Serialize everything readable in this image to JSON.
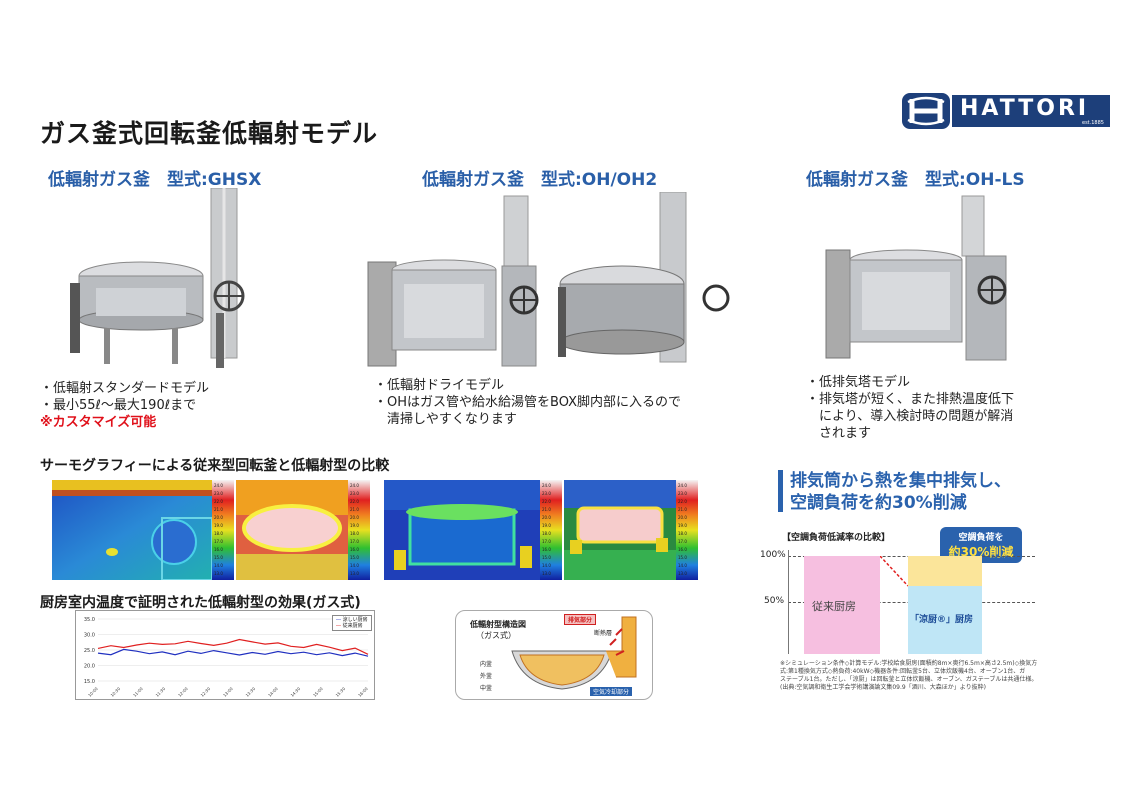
{
  "header": {
    "title": "ガス釜式回転釜低輻射モデル",
    "logo_text": "HATTORI",
    "logo_sub": "est.1885"
  },
  "products": [
    {
      "model": "低輻射ガス釜　型式:GHSX",
      "bullets": [
        "・低輻射スタンダードモデル",
        "・最小55ℓ～最大190ℓまで"
      ],
      "highlight": "※カスタマイズ可能"
    },
    {
      "model": "低輻射ガス釜　型式:OH/OH2",
      "bullets": [
        "・低輻射ドライモデル",
        "・OHはガス管や給水給湯管をBOX脚内部に入るので",
        "　清掃しやすくなります"
      ]
    },
    {
      "model": "低輻射ガス釜　型式:OH-LS",
      "bullets": [
        "・低排気塔モデル",
        "・排気塔が短く、また排熱温度低下",
        "　により、導入検討時の問題が解消",
        "　されます"
      ]
    }
  ],
  "thermo_section": {
    "title": "サーモグラフィーによる従来型回転釜と低輻射型の比較",
    "scale_ticks": [
      "24.0",
      "23.0",
      "22.0",
      "21.0",
      "20.0",
      "19.0",
      "18.0",
      "17.0",
      "16.0",
      "15.0",
      "14.0",
      "13.0"
    ]
  },
  "temp_section": {
    "title": "厨房室内温度で証明された低輻射型の効果(ガス式)",
    "legend": [
      "涼しい厨房",
      "従来厨房"
    ]
  },
  "chart_data": {
    "type": "line",
    "title": "",
    "xlabel": "",
    "ylabel": "",
    "y_ticks": [
      "35.0",
      "30.0",
      "25.0",
      "20.0",
      "15.0"
    ],
    "ylim": [
      15,
      35
    ],
    "x_ticks": [
      "10:00",
      "10:30",
      "11:00",
      "11:30",
      "12:00",
      "12:30",
      "13:00",
      "13:30",
      "14:00",
      "14:30",
      "15:00",
      "15:30",
      "16:00"
    ],
    "series": [
      {
        "name": "従来厨房",
        "color": "#e02020",
        "values": [
          25.5,
          26.4,
          25.8,
          26.6,
          27.2,
          26.8,
          27.0,
          27.8,
          27.1,
          26.5,
          27.2,
          28.4,
          27.6,
          26.9,
          27.3,
          26.2,
          25.8,
          26.8,
          25.9,
          24.8,
          25.6,
          23.6
        ]
      },
      {
        "name": "涼しい厨房",
        "color": "#2030c0",
        "values": [
          24.0,
          23.5,
          25.2,
          24.6,
          23.8,
          24.4,
          23.5,
          24.6,
          23.9,
          24.8,
          24.1,
          23.4,
          24.2,
          23.6,
          24.5,
          23.8,
          24.3,
          23.5,
          24.1,
          23.2,
          24.0,
          23.0
        ]
      }
    ]
  },
  "diagram": {
    "title": "低輻射型構造図",
    "subtitle": "（ガス式）",
    "exhaust_label": "排気部分",
    "insulation_label": "断熱層",
    "layers": [
      "内釜",
      "外釜",
      "中釜"
    ],
    "cooling_label": "空気冷却部分"
  },
  "ad": {
    "headline_1": "排気筒から熱を集中排気し、",
    "headline_2": "空調負荷を約30%削減",
    "chart_title": "【空調負荷低減率の比較】",
    "callout_1": "空調負荷を",
    "callout_2": "約30%削減",
    "y_100": "100%",
    "y_50": "50%",
    "bar_conventional": "従来厨房",
    "bar_ryobo": "「涼厨®」厨房",
    "notes": [
      "※シミュレーション条件◇計算モデル:学校給食厨房(面積約8m×奥行6.5m×高さ2.5m)◇換気方",
      "式:第1種換気方式◇熱負荷:40kW◇機器条件:回転釜5台、立体炊飯機4台、オーブン1台、ガ",
      "ステーブル1台。ただし、「涼厨」は回転釜と立体炊飯機、オーブン、ガステーブルは共通仕様。",
      "(出典:空気調和衛生工学会学術講演論文集09.9「酒川、大森ほか」より抜粋)"
    ]
  },
  "colors": {
    "accent": "#2a5fa8",
    "red": "#e0101a",
    "logo": "#1d3f7a"
  }
}
